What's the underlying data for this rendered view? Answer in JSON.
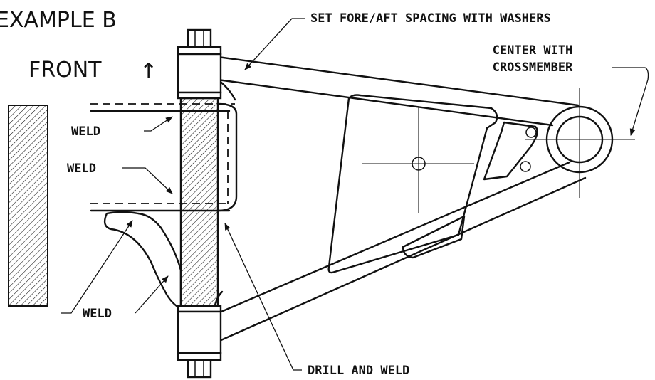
{
  "title": "EXAMPLE B",
  "front_label": "FRONT",
  "front_arrow": "↑",
  "callouts": {
    "spacing": "SET FORE/AFT SPACING WITH WASHERS",
    "center_line1": "CENTER WITH",
    "center_line2": "CROSSMEMBER",
    "weld_1": "WELD",
    "weld_2": "WELD",
    "weld_3": "WELD",
    "drill_weld": "DRILL AND WELD"
  }
}
